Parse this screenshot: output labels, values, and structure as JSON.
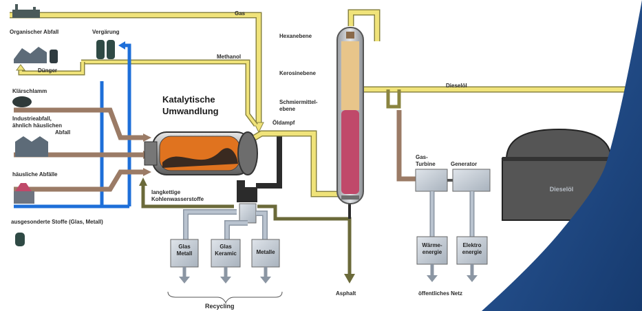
{
  "colors": {
    "yellow": "#f0e37a",
    "yellow_edge": "#8a8440",
    "blue": "#1e6fd9",
    "brown": "#9b7b66",
    "olive": "#6b6a3a",
    "grey_pipe": "#b9c3cf",
    "dark": "#2b2b2b",
    "tower_red": "#c0496a",
    "tower_tan": "#e8c58a",
    "corner_blue": "#1e4b86"
  },
  "labels": {
    "gas": "Gas",
    "organischer_abfall": "Organischer Abfall",
    "vergaerung": "Vergärung",
    "methanol": "Methanol",
    "duenger": "Dünger",
    "klaerschlamm": "Klärschlamm",
    "industrieabfall": "Industrieabfall,",
    "industrieabfall_2": "ähnlich häuslichen",
    "industrieabfall_3": "Abfall",
    "haeusliche_abfaelle": "häusliche Abfälle",
    "ausgesonderte_stoffe": "ausgesonderte Stoffe (Glas, Metall)",
    "katalytische": "Katalytische",
    "umwandlung": "Umwandlung",
    "langkettige": "langkettige",
    "kohlenwasserstoffe": "Kohlenwasserstoffe",
    "oeldampf": "Öldampf",
    "hexanebene": "Hexanebene",
    "kerosinebene": "Kerosinebene",
    "schmiermittel": "Schmiermittel-",
    "ebene": "ebene",
    "dieseloel_pipe": "Dieselöl",
    "dieseloel_tank": "Dieselöl",
    "gas_turbine_1": "Gas-",
    "gas_turbine_2": "Turbine",
    "generator": "Generator",
    "waerme_1": "Wärme-",
    "waerme_2": "energie",
    "elektro_1": "Elektro",
    "elektro_2": "energie",
    "glas_metall_1": "Glas",
    "glas_metall_2": "Metall",
    "glas_keramic_1": "Glas",
    "glas_keramic_2": "Keramic",
    "metalle": "Metalle",
    "asphalt": "Asphalt",
    "oeffentliches_netz": "öffentliches Netz",
    "recycling": "Recycling"
  }
}
